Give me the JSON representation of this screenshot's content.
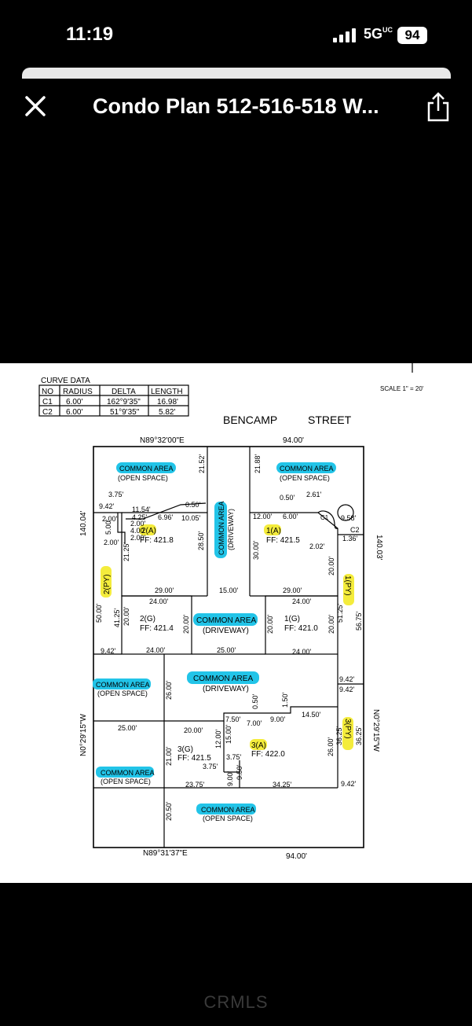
{
  "status": {
    "time": "11:19",
    "network": "5G",
    "network_suffix": "UC",
    "battery": "94"
  },
  "header": {
    "title": "Condo Plan 512-516-518 W...",
    "close_icon": "close-icon",
    "share_icon": "share-icon"
  },
  "plan": {
    "curve_table": {
      "title": "CURVE DATA",
      "headers": [
        "NO",
        "RADIUS",
        "DELTA",
        "LENGTH"
      ],
      "rows": [
        [
          "C1",
          "6.00'",
          "162°9'35\"",
          "16.98'"
        ],
        [
          "C2",
          "6.00'",
          "51°9'35\"",
          "5.82'"
        ]
      ]
    },
    "scale": "SCALE 1\" = 20'",
    "street": {
      "left": "BENCAMP",
      "right": "STREET"
    },
    "bearings": {
      "top": "N89°32'00\"E",
      "bottom": "N89°31'37\"E",
      "left": "N0°29'15\"W",
      "right": "N0°29'15\"W"
    },
    "dims": {
      "top_total": "94.00'",
      "bottom_total": "94.00'",
      "left_total": "140.04'",
      "right_total": "140.03'",
      "d2152": "21.52'",
      "d2188": "21.88'",
      "d375a": "3.75'",
      "d942a": "9.42'",
      "d1154": "11.54'",
      "d050a": "0.50'",
      "d425": "4.25'",
      "d696": "6.96'",
      "d1005": "10.05'",
      "d200a": "2.00'",
      "d200b": "2.00'",
      "d500": "5.00'",
      "d400": "4.00'",
      "d200c": "2.00'",
      "d200d": "2.00'",
      "d2850": "28.50'",
      "d2125": "21.25'",
      "d2900a": "29.00'",
      "d1500a": "15.00'",
      "d2900b": "29.00'",
      "d1200a": "12.00'",
      "d600": "6.00'",
      "d050b": "0.50'",
      "d261": "2.61'",
      "d958": "9.58'",
      "d136": "1.36'",
      "d202": "2.02'",
      "d3000a": "30.00'",
      "d2000a": "20.00'",
      "d5000": "50.00'",
      "d4125": "41.25'",
      "d2400a": "24.00'",
      "d2000b": "20.00'",
      "d2000c": "20.00'",
      "d2400b": "24.00'",
      "d2000d": "20.00'",
      "d2000e": "20.00'",
      "d5125": "51.25'",
      "d5675": "56.75'",
      "d942b": "9.42'",
      "d2400c": "24.00'",
      "d2500a": "25.00'",
      "d2400d": "24.00'",
      "d942c": "9.42'",
      "d942d": "9.42'",
      "d2600a": "26.00'",
      "d050c": "0.50'",
      "d150": "1.50'",
      "d750": "7.50'",
      "d700": "7.00'",
      "d900a": "9.00'",
      "d1450": "14.50'",
      "d2500b": "25.00'",
      "d2000f": "20.00'",
      "d1200b": "12.00'",
      "d1500b": "15.00'",
      "d2100": "21.00'",
      "d375b": "3.75'",
      "d375c": "3.75'",
      "d900b": "9.00'",
      "d950": "9.50'",
      "d2600b": "26.00'",
      "d3625a": "36.25'",
      "d3625b": "36.25'",
      "d942e": "9.42'",
      "d2375": "23.75'",
      "d3425": "34.25'",
      "d2050": "20.50'",
      "c1": "C1",
      "c2": "C2"
    },
    "units": {
      "u2a": {
        "name": "2(A)",
        "ff": "FF: 421.8"
      },
      "u1a": {
        "name": "1(A)",
        "ff": "FF: 421.5"
      },
      "u2g": {
        "name": "2(G)",
        "ff": "FF: 421.4"
      },
      "u1g": {
        "name": "1(G)",
        "ff": "FF: 421.0"
      },
      "u3g": {
        "name": "3(G)",
        "ff": "FF: 421.5"
      },
      "u3a": {
        "name": "3(A)",
        "ff": "FF: 422.0"
      },
      "u2py": "2(PY)",
      "u1py": "1(PY)",
      "u3py": "3(PY)"
    },
    "areas": {
      "ca1": [
        "COMMON AREA",
        "(OPEN SPACE)"
      ],
      "ca2": [
        "COMMON AREA",
        "(OPEN SPACE)"
      ],
      "ca_drive_v": [
        "COMMON AREA",
        "(DRIVEWAY)"
      ],
      "ca_drive_mid": [
        "COMMON AREA",
        "(DRIVEWAY)"
      ],
      "ca_drive_big": [
        "COMMON AREA",
        "(DRIVEWAY)"
      ],
      "ca_left_mid": [
        "COMMON AREA",
        "(OPEN SPACE)"
      ],
      "ca_left_low": [
        "COMMON AREA",
        "(OPEN SPACE)"
      ],
      "ca_bottom": [
        "COMMON AREA",
        "(OPEN SPACE)"
      ]
    },
    "highlight_colors": {
      "blue": "#22c4e8",
      "yellow": "#f4ec3c"
    }
  },
  "watermark": "CRMLS"
}
